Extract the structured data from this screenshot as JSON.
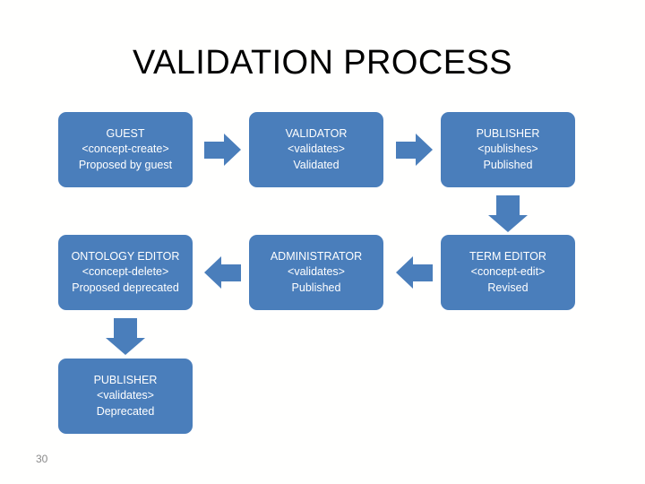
{
  "slide": {
    "title": "VALIDATION PROCESS",
    "page_number": "30",
    "background_color": "#ffffff",
    "accent_color": "#4a7ebb",
    "text_color": "#ffffff",
    "title_color": "#000000",
    "page_number_color": "#8a8a8a"
  },
  "diagram": {
    "type": "flowchart",
    "nodes": [
      {
        "id": "guest",
        "role": "GUEST",
        "action": "<concept-create>",
        "state": "Proposed by guest",
        "row": 1,
        "column": 1
      },
      {
        "id": "validator",
        "role": "VALIDATOR",
        "action": "<validates>",
        "state": "Validated",
        "row": 1,
        "column": 2
      },
      {
        "id": "publisher-published",
        "role": "PUBLISHER",
        "action": "<publishes>",
        "state": "Published",
        "row": 1,
        "column": 3
      },
      {
        "id": "ontology-editor",
        "role": "ONTOLOGY EDITOR",
        "action": "<concept-delete>",
        "state": "Proposed deprecated",
        "row": 2,
        "column": 1
      },
      {
        "id": "administrator",
        "role": "ADMINISTRATOR",
        "action": "<validates>",
        "state": "Published",
        "row": 2,
        "column": 2
      },
      {
        "id": "term-editor",
        "role": "TERM EDITOR",
        "action": "<concept-edit>",
        "state": "Revised",
        "row": 2,
        "column": 3
      },
      {
        "id": "publisher-deprecated",
        "role": "PUBLISHER",
        "action": "<validates>",
        "state": "Deprecated",
        "row": 3,
        "column": 1
      }
    ],
    "connectors": [
      {
        "id": "guest-to-validator",
        "direction": "right",
        "from": "guest",
        "to": "validator"
      },
      {
        "id": "validator-to-publisher",
        "direction": "right",
        "from": "validator",
        "to": "publisher-published"
      },
      {
        "id": "publisher-to-term-editor",
        "direction": "down",
        "from": "publisher-published",
        "to": "term-editor"
      },
      {
        "id": "term-editor-to-administrator",
        "direction": "left",
        "from": "term-editor",
        "to": "administrator"
      },
      {
        "id": "administrator-to-ontology-editor",
        "direction": "left",
        "from": "administrator",
        "to": "ontology-editor"
      },
      {
        "id": "ontology-editor-to-publisher-deprecated",
        "direction": "down",
        "from": "ontology-editor",
        "to": "publisher-deprecated"
      }
    ]
  }
}
